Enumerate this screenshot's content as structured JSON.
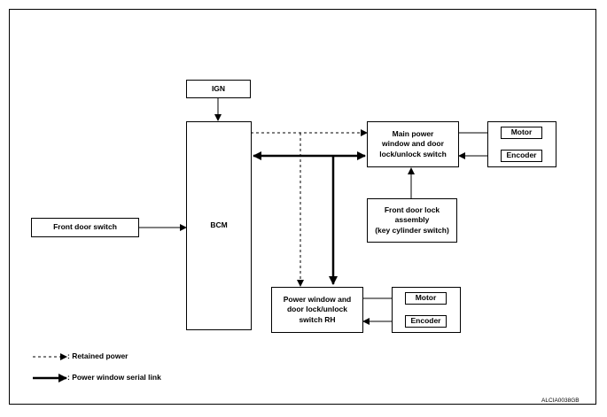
{
  "blocks": {
    "ign": "IGN",
    "bcm": "BCM",
    "front_door_switch": "Front door switch",
    "main_switch": [
      "Main power",
      "window and door",
      "lock/unlock switch"
    ],
    "front_door_lock": [
      "Front door lock",
      "assembly",
      "(key cylinder switch)"
    ],
    "rh_switch": [
      "Power window and",
      "door lock/unlock",
      "switch RH"
    ],
    "motor_main": "Motor",
    "encoder_main": "Encoder",
    "motor_rh": "Motor",
    "encoder_rh": "Encoder"
  },
  "legend": {
    "retained_power": ": Retained power",
    "serial_link": ": Power window serial link"
  },
  "figure_code": "ALCIA0038GB"
}
